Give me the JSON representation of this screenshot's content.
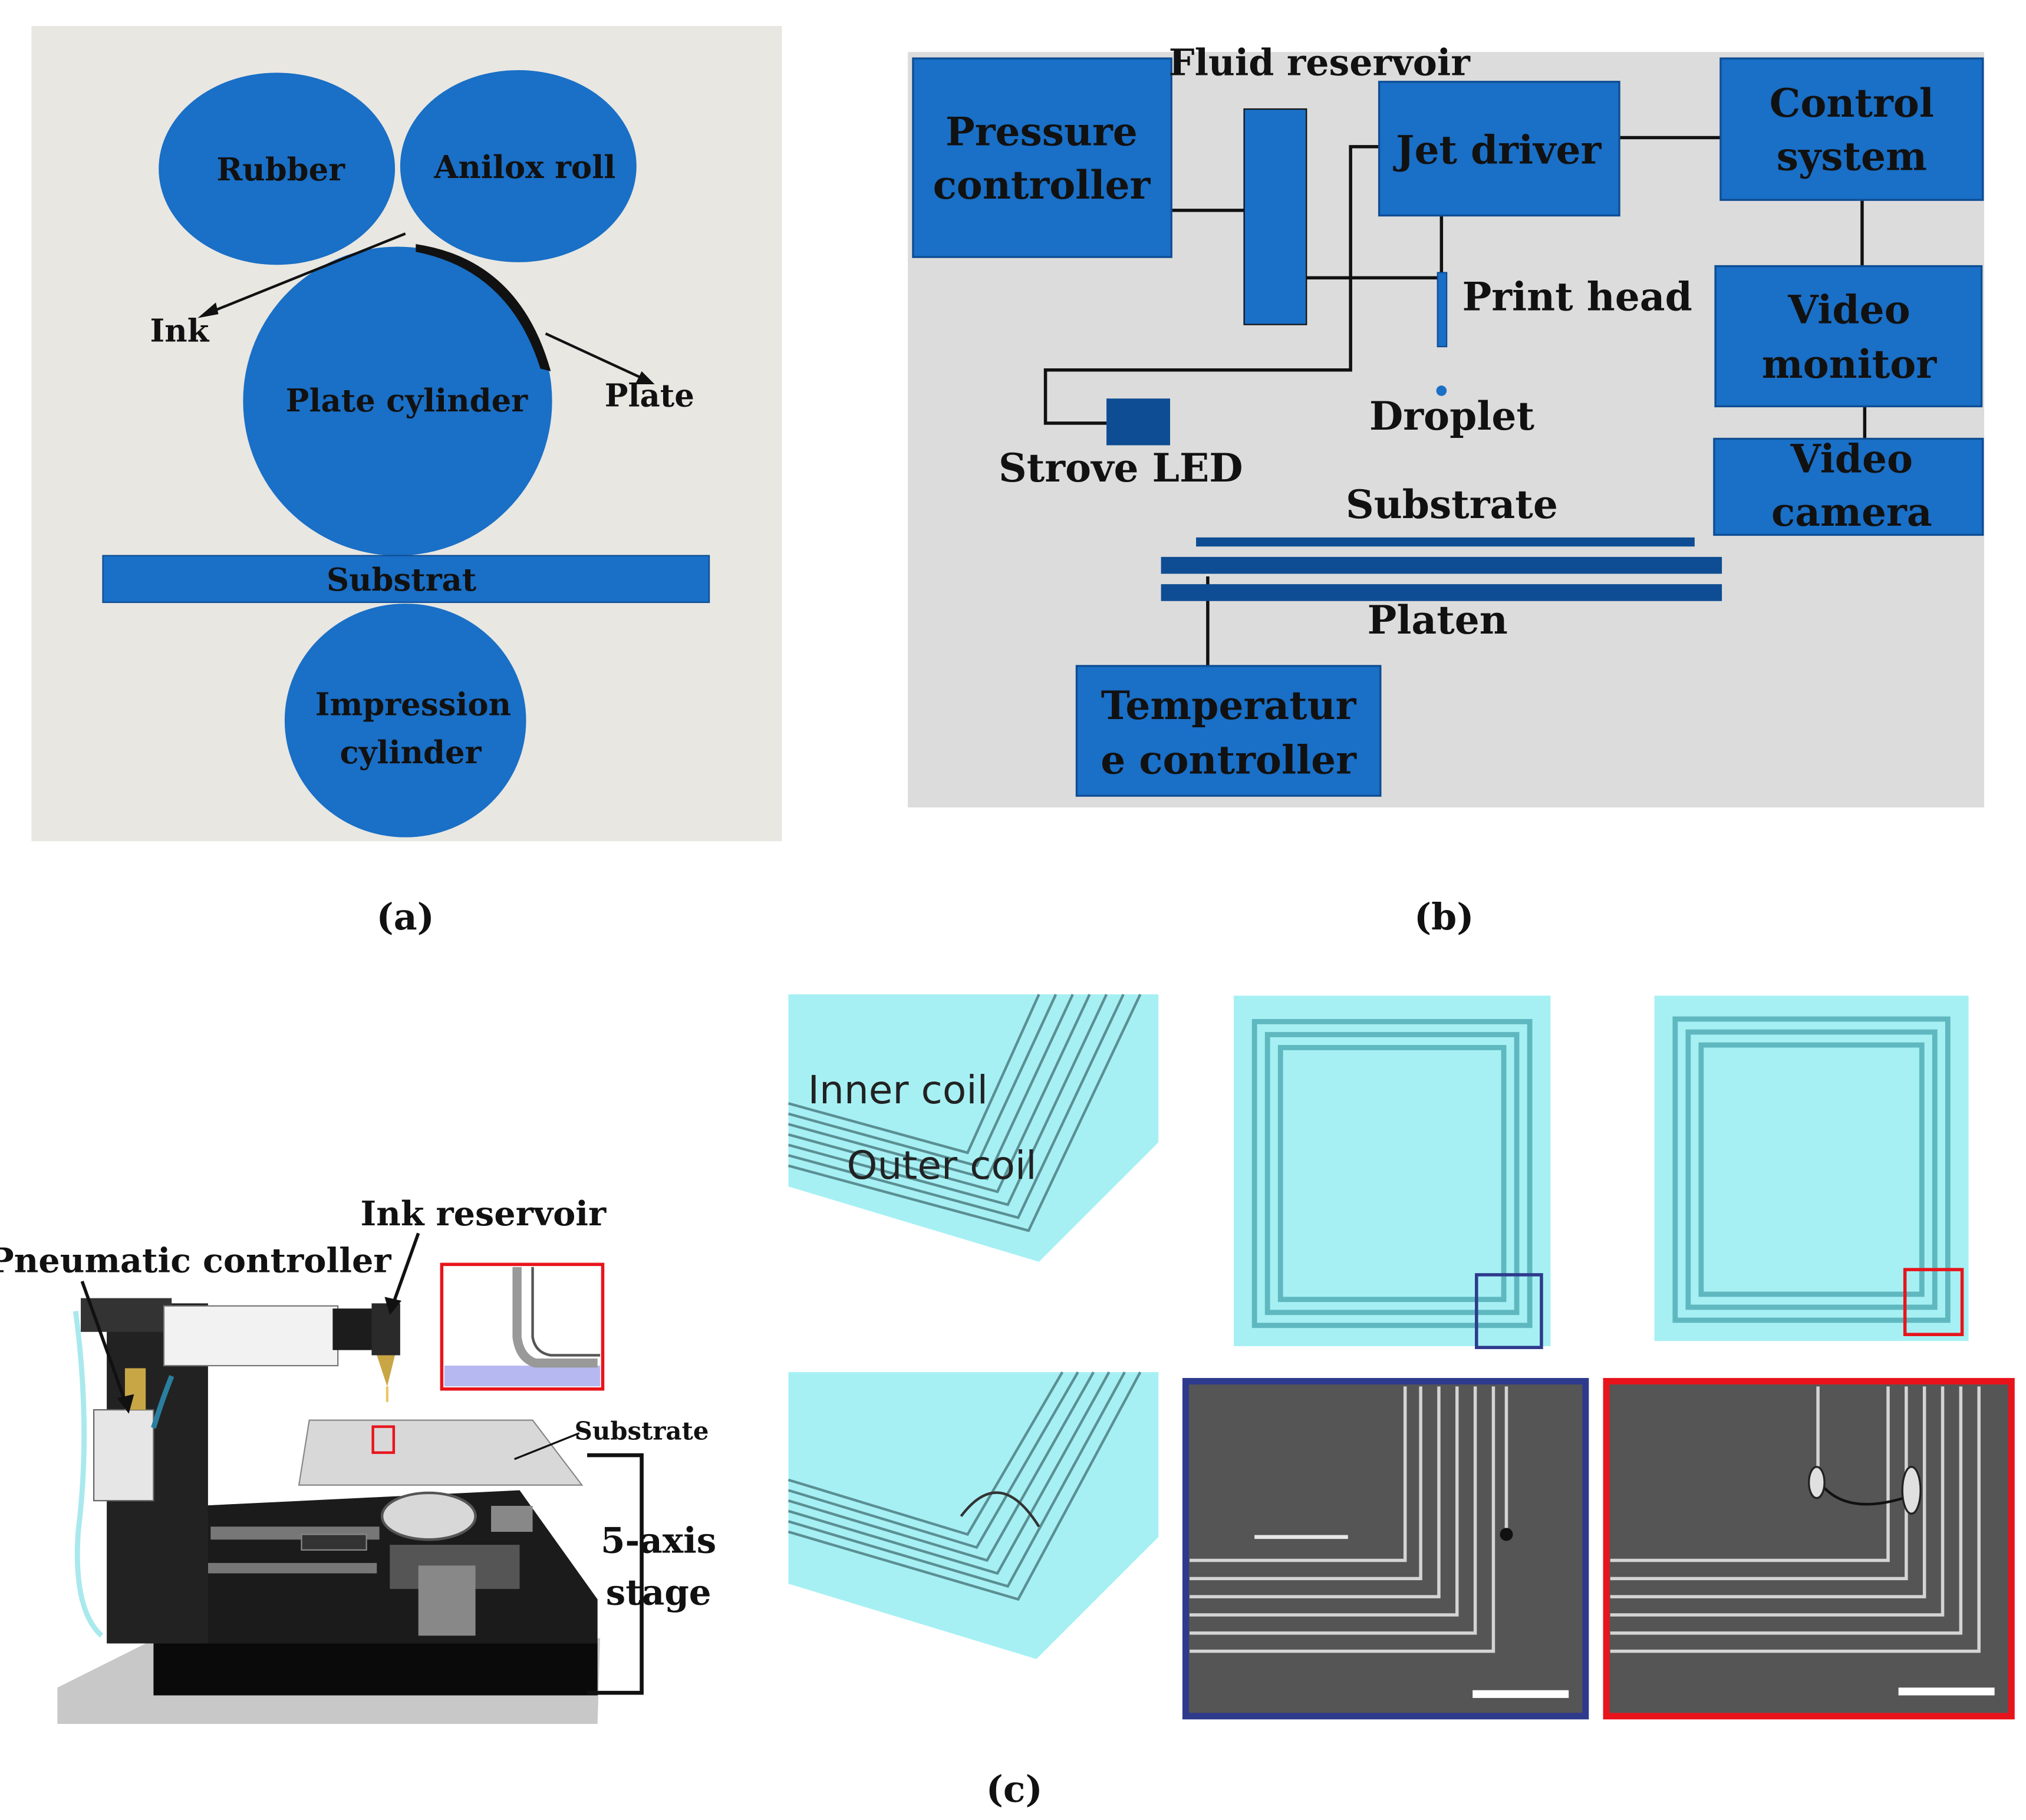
{
  "colors": {
    "blue": "#1a6fc6",
    "dark_blue": "#0e4d93",
    "panel_a_bg": "#e8e7e2",
    "panel_b_bg": "#dcdcdc",
    "teal": "#a6f0f4",
    "teal_dark": "#6fd2d8",
    "sem_gray": "#555555",
    "frame_blue": "#2e3a8c",
    "frame_red": "#e8141c"
  },
  "captions": {
    "a": "(a)",
    "b": "(b)",
    "c": "(c)"
  },
  "panel_a": {
    "rubber": "Rubber",
    "anilox": "Anilox roll",
    "ink": "Ink",
    "plate_cylinder": "Plate cylinder",
    "plate": "Plate",
    "substrat": "Substrat",
    "impression_line1": "Impression",
    "impression_line2": "cylinder"
  },
  "panel_b": {
    "fluid_reservoir": "Fluid reservoir",
    "pressure_line1": "Pressure",
    "pressure_line2": "controller",
    "jet_driver": "Jet driver",
    "control_line1": "Control",
    "control_line2": "system",
    "print_head": "Print head",
    "video_monitor_line1": "Video",
    "video_monitor_line2": "monitor",
    "droplet": "Droplet",
    "strove_led": "Strove LED",
    "video_camera_line1": "Video",
    "video_camera_line2": "camera",
    "substrate": "Substrate",
    "platen": "Platen",
    "temp_line1": "Temperatur",
    "temp_line2": "e controller"
  },
  "panel_c": {
    "ink_reservoir": "Ink reservoir",
    "pneumatic_controller": "Pneumatic controller",
    "substrate": "Substrate",
    "stage_line1": "5-axis",
    "stage_line2": "stage",
    "inner_coil": "Inner coil",
    "outer_coil": "Outer coil"
  }
}
